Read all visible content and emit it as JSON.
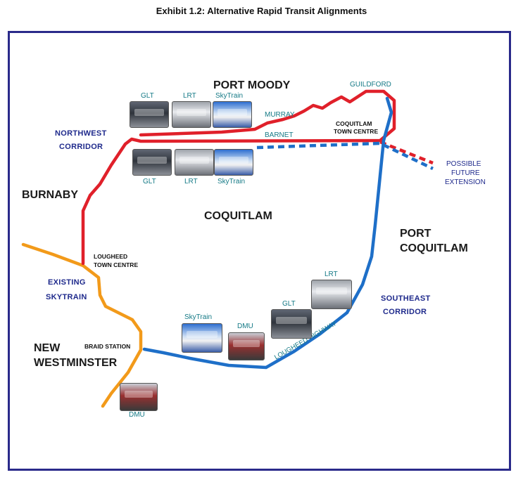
{
  "title": "Exhibit 1.2:  Alternative Rapid Transit Alignments",
  "places": {
    "port_moody": "PORT MOODY",
    "burnaby": "BURNABY",
    "coquitlam": "COQUITLAM",
    "port_coquitlam_1": "PORT",
    "port_coquitlam_2": "COQUITLAM",
    "new_westminster_1": "NEW",
    "new_westminster_2": "WESTMINSTER"
  },
  "corridors": {
    "northwest_1": "NORTHWEST",
    "northwest_2": "CORRIDOR",
    "southeast_1": "SOUTHEAST",
    "southeast_2": "CORRIDOR",
    "existing_1": "EXISTING",
    "existing_2": "SKYTRAIN"
  },
  "stations": {
    "guildford": "GUILDFORD",
    "murray": "MURRAY",
    "barnet": "BARNET",
    "coquitlam_tc_1": "COQUITLAM",
    "coquitlam_tc_2": "TOWN CENTRE",
    "lougheed_tc_1": "LOUGHEED",
    "lougheed_tc_2": "TOWN CENTRE",
    "braid": "BRAID STATION",
    "lougheed_hwy": "LOUGHEED HIGHWAY"
  },
  "extension": {
    "line1": "POSSIBLE",
    "line2": "FUTURE",
    "line3": "EXTENSION"
  },
  "modes": {
    "top": [
      "GLT",
      "LRT",
      "SkyTrain"
    ],
    "mid": [
      "GLT",
      "LRT",
      "SkyTrain"
    ],
    "south_skytrain": "SkyTrain",
    "south_dmu": "DMU",
    "south_glt": "GLT",
    "south_lrt": "LRT",
    "sw_dmu": "DMU"
  },
  "colors": {
    "northwest_line": "#e0202a",
    "southeast_line": "#1e6fc8",
    "existing_skytrain": "#f29a1a",
    "frame": "#2a2a8a"
  }
}
